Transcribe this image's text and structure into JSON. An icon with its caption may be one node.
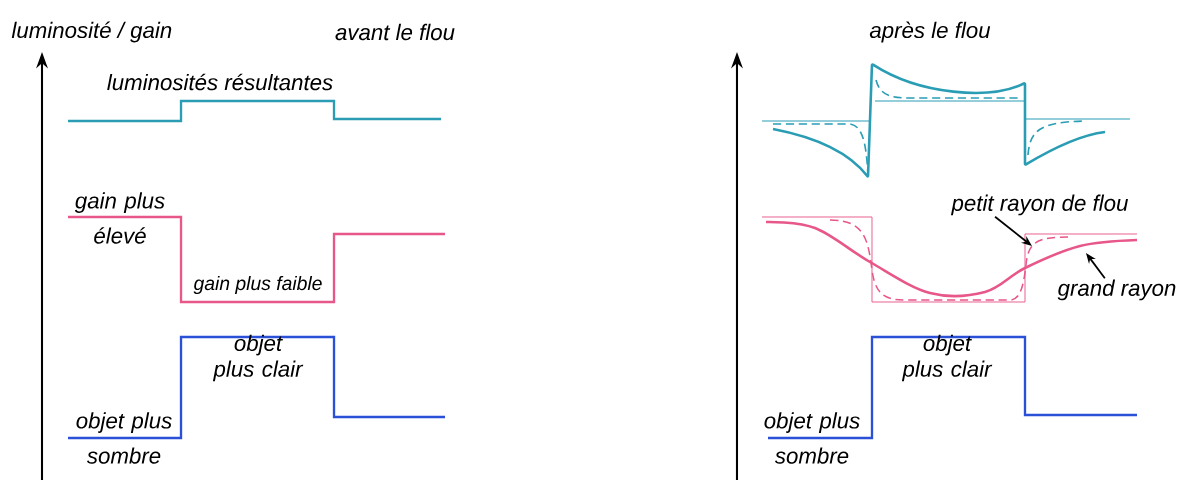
{
  "diagram": {
    "nodes": [
      {
        "text": [
          "petit rayon de flou"
        ]
      },
      {
        "text": [
          "grand rayon"
        ]
      }
    ],
    "edges": [
      {
        "from": 0,
        "to": null,
        "arrow": "to"
      },
      {
        "from": 1,
        "to": null,
        "arrow": "to"
      }
    ],
    "labels": [
      "luminosité / gain",
      "avant le flou",
      "après le flou",
      "luminosités résultantes",
      "gain plus élevé",
      "gain plus faible",
      "objet plus clair",
      "objet plus sombre",
      "objet plus clair",
      "objet plus sombre"
    ]
  }
}
